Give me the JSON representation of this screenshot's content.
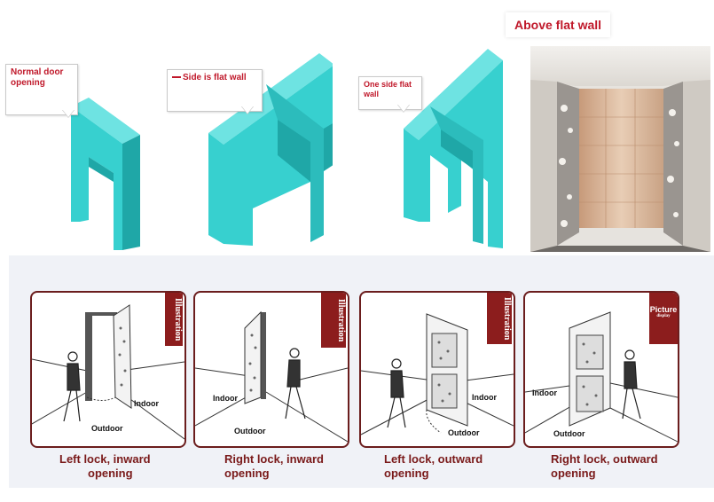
{
  "top_section": {
    "callouts": [
      {
        "text": "Normal door opening"
      },
      {
        "text": "Side is flat wall"
      },
      {
        "text": "One side flat wall"
      }
    ],
    "above_label": "Above flat wall",
    "wall_color": "#37d0cf",
    "wall_color_dark": "#1fa7a7"
  },
  "panels": [
    {
      "tag": "Illustration",
      "label_indoor": "Indoor",
      "label_outdoor": "Outdoor",
      "caption_line1": "Left lock, inward",
      "caption_line2": "opening"
    },
    {
      "tag": "Illustration",
      "label_indoor": "Indoor",
      "label_outdoor": "Outdoor",
      "caption_line1": "Right lock, inward",
      "caption_line2": "opening"
    },
    {
      "tag": "Illustration",
      "label_indoor": "Indoor",
      "label_outdoor": "Outdoor",
      "caption_line1": "Left lock, outward",
      "caption_line2": "opening"
    },
    {
      "tag": "Picture",
      "tag_sub": "display",
      "label_indoor": "Indoor",
      "label_outdoor": "Outdoor",
      "caption_line1": "Right lock, outward",
      "caption_line2": "opening"
    }
  ],
  "colors": {
    "accent_red": "#c0182a",
    "panel_border": "#6b1d1d",
    "tag_bg": "#8c1d1d",
    "bottom_bg": "#f0f2f7"
  }
}
